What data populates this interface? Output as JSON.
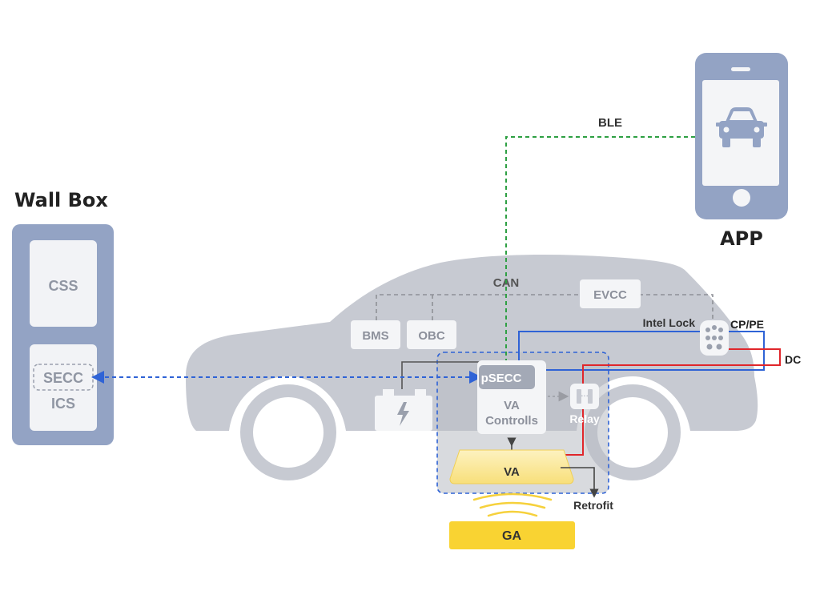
{
  "wallbox": {
    "title": "Wall Box",
    "css_label": "CSS",
    "secc_label": "SECC",
    "ics_label": "ICS"
  },
  "app": {
    "label": "APP",
    "phone_icon": "smartphone-icon",
    "car_icon": "car-icon"
  },
  "links": {
    "ble": "BLE",
    "can": "CAN",
    "intel_lock": "Intel Lock",
    "cp_pe": "CP/PE",
    "dc": "DC",
    "retrofit": "Retrofit"
  },
  "vehicle": {
    "bms": "BMS",
    "obc": "OBC",
    "evcc": "EVCC",
    "psecc": "pSECC",
    "va_controls_line1": "VA",
    "va_controls_line2": "Controlls",
    "relay": "Relay",
    "va": "VA",
    "battery_icon": "battery-icon",
    "relay_icon": "relay-icon",
    "connector_icon": "charging-connector-icon"
  },
  "ground": {
    "ga": "GA",
    "wave_icon": "wireless-power-waves-icon"
  },
  "colors": {
    "car_body": "#c7cad2",
    "wheel": "#c7cad2",
    "wallbox_frame": "#93a3c4",
    "phone": "#93a3c4",
    "blue_link": "#2f63d6",
    "green_link": "#2ea043",
    "red_link": "#e0262b",
    "can_line": "#8e9097",
    "ga_fill": "#f9d332",
    "va_fill": "#fbe694"
  }
}
